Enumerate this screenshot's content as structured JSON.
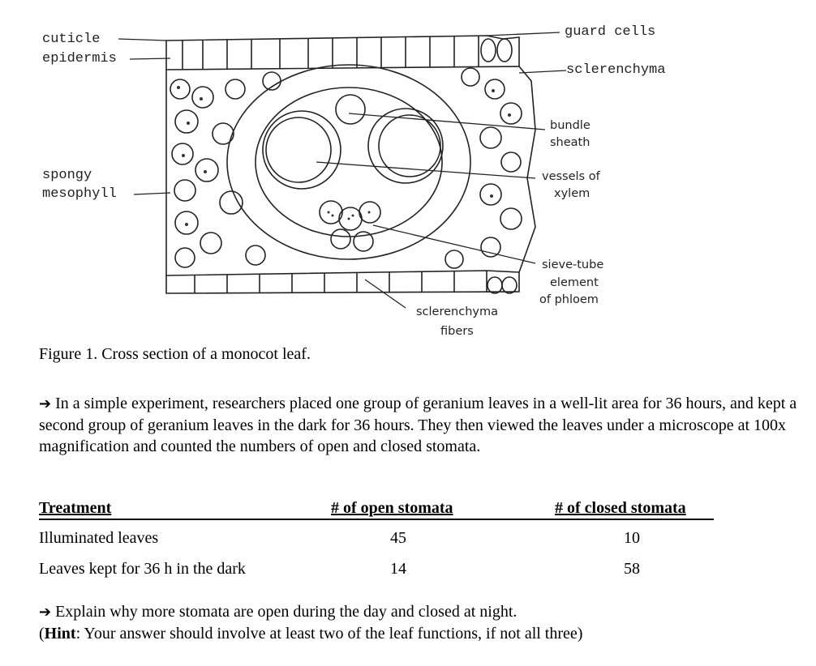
{
  "figure": {
    "labels": {
      "cuticle": "cuticle",
      "epidermis": "epidermis",
      "spongy": "spongy",
      "mesophyll": "mesophyll",
      "guard_cells": "guard cells",
      "sclerenchyma": "sclerenchyma",
      "bundle": "bundle",
      "sheath": "sheath",
      "vessels_of": "vessels of",
      "xylem": "xylem",
      "sieve_tube": "sieve-tube",
      "element": "element",
      "of_phloem": "of phloem",
      "sclerenchyma2": "sclerenchyma",
      "fibers": "fibers"
    },
    "caption": "Figure 1. Cross section of a monocot leaf."
  },
  "experiment": {
    "arrow": "➔",
    "text": "In a simple experiment, researchers placed one group of geranium leaves in a well-lit area for 36 hours, and kept a second group of geranium leaves in the dark for 36 hours.  They then viewed the leaves under a microscope at 100x magnification and counted the numbers of open and closed stomata."
  },
  "table": {
    "headers": [
      "Treatment",
      "# of open stomata",
      "# of closed stomata"
    ],
    "rows": [
      {
        "treatment": "Illuminated leaves",
        "open": "45",
        "closed": "10"
      },
      {
        "treatment": "Leaves kept for 36 h in the dark",
        "open": "14",
        "closed": "58"
      }
    ]
  },
  "question": {
    "arrow": "➔",
    "text": "Explain why more stomata are open during the day and closed at night.",
    "hint_label": "Hint",
    "hint_text": ": Your answer should involve at least two of the leaf functions, if not all three)",
    "open_paren": "("
  }
}
